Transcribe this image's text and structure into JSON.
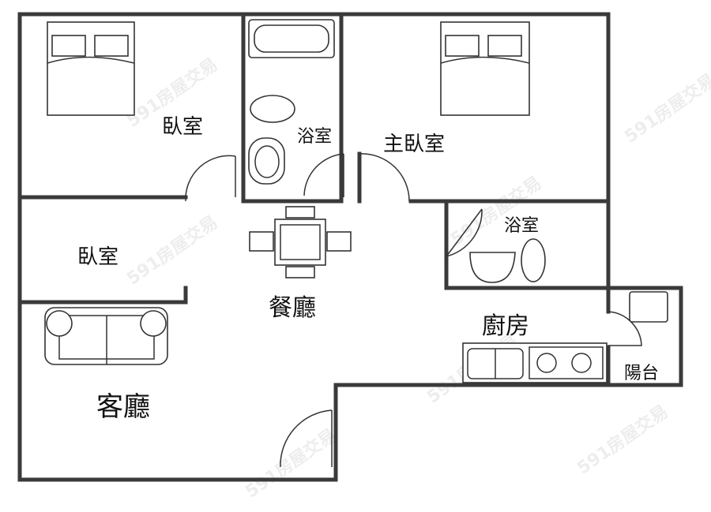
{
  "rooms": {
    "bedroom1": "臥室",
    "bath1": "浴室",
    "master_bedroom": "主臥室",
    "bedroom2": "臥室",
    "bath2": "浴室",
    "dining": "餐廳",
    "kitchen": "廚房",
    "living": "客廳",
    "balcony": "陽台"
  },
  "watermark": "591房屋交易",
  "colors": {
    "wall": "#3a3a3a",
    "background": "#ffffff"
  }
}
